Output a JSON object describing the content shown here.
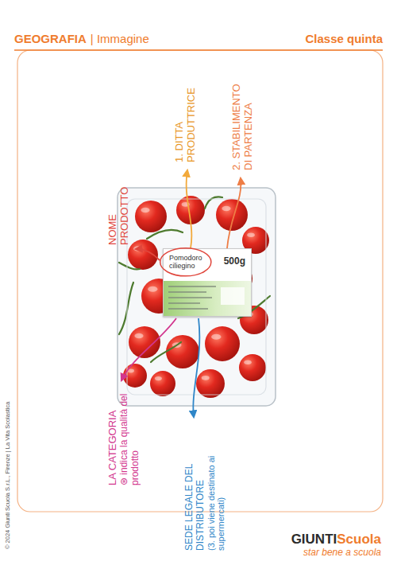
{
  "diagram": {
    "nodes": [
      {
        "text": [
          "Pomodoro ciliegino",
          "500g"
        ]
      }
    ],
    "labels": [
      "GEOGRAFIA",
      "| Immagine",
      "Classe quinta",
      "NOME PRODOTTO",
      "1. DITTA PRODUTTRICE",
      "2. STABILIMENTO DI PARTENZA",
      "LA CATEGORIA",
      "⊛ indica la qualità del prodotto",
      "SEDE LEGALE DEL DISTRIBUTORE",
      "(3. poi viene destinato ai supermercati)",
      "© 2024 Giunti Scuola S.r.L., Firenze | La Vita Scolastica",
      "GIUNTI",
      "Scuola",
      "star bene a scuola"
    ]
  }
}
